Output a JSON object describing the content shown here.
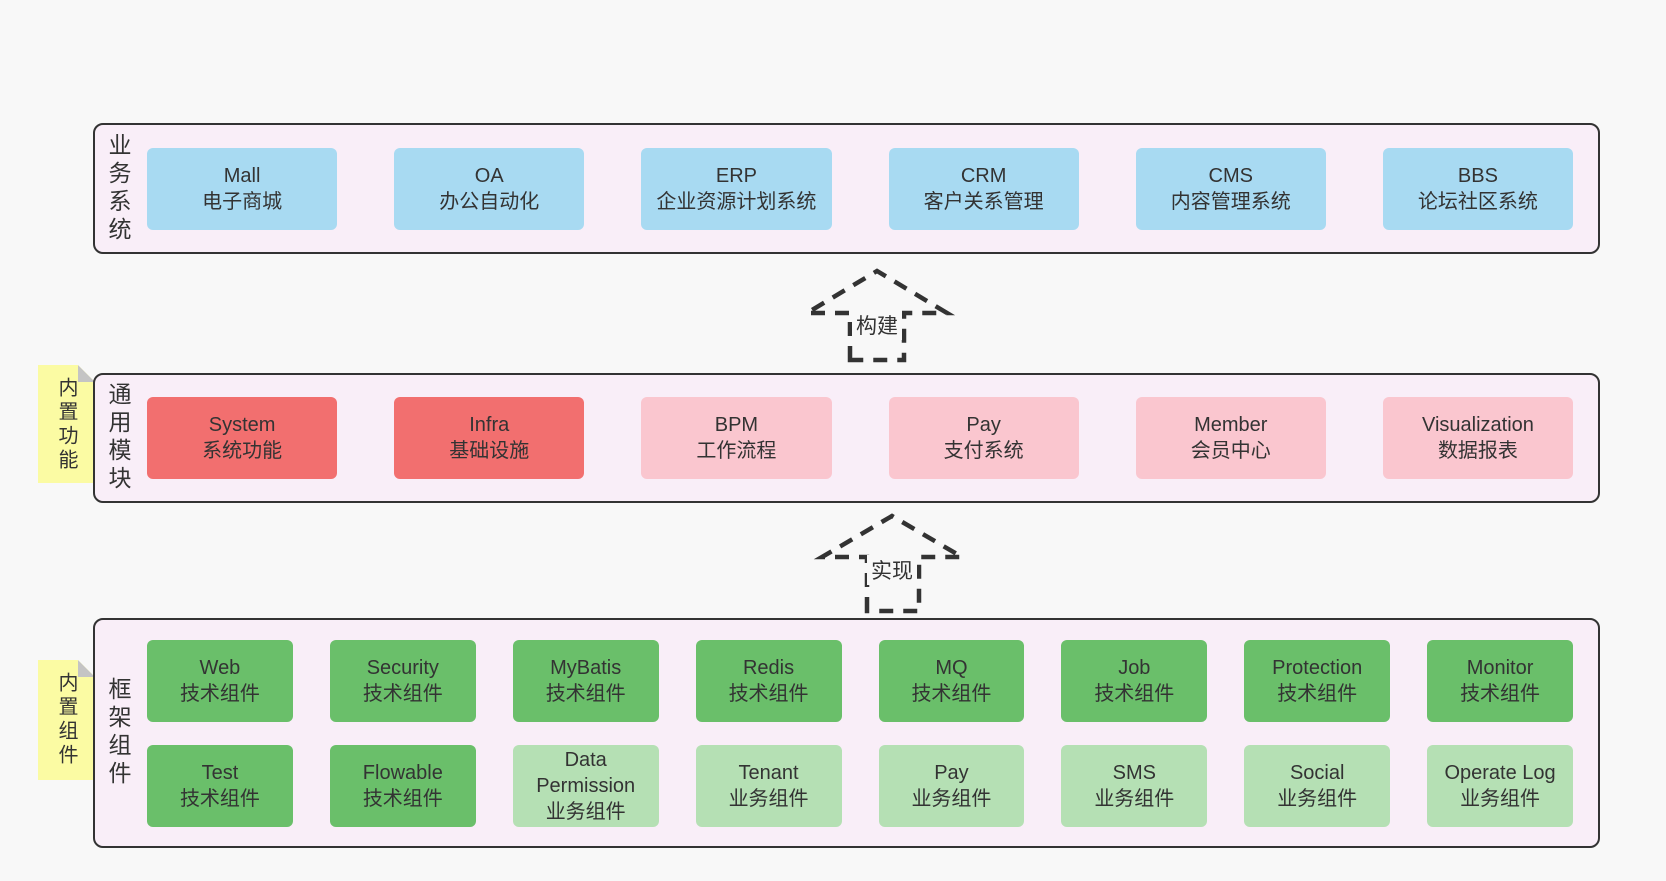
{
  "colors": {
    "page_bg": "#f8f8f8",
    "panel_bg": "#f9eef8",
    "panel_border": "#333333",
    "box_blue": "#a8daf2",
    "box_red": "#f26f6f",
    "box_pink": "#fac6cf",
    "box_green": "#6abf6a",
    "box_green_light": "#b5e0b4",
    "note_yellow": "#fbfba3",
    "note_fold_gray": "#c4c4c4",
    "text": "#333333"
  },
  "arrows": [
    {
      "label": "构建"
    },
    {
      "label": "实现"
    }
  ],
  "sections": [
    {
      "label": "业务系统",
      "note": null,
      "rows": [
        [
          {
            "name": "Mall",
            "desc": "电子商城",
            "variant": "blue"
          },
          {
            "name": "OA",
            "desc": "办公自动化",
            "variant": "blue"
          },
          {
            "name": "ERP",
            "desc": "企业资源计划系统",
            "variant": "blue"
          },
          {
            "name": "CRM",
            "desc": "客户关系管理",
            "variant": "blue"
          },
          {
            "name": "CMS",
            "desc": "内容管理系统",
            "variant": "blue"
          },
          {
            "name": "BBS",
            "desc": "论坛社区系统",
            "variant": "blue"
          }
        ]
      ]
    },
    {
      "label": "通用模块",
      "note": "内置功能",
      "rows": [
        [
          {
            "name": "System",
            "desc": "系统功能",
            "variant": "red"
          },
          {
            "name": "Infra",
            "desc": "基础设施",
            "variant": "red"
          },
          {
            "name": "BPM",
            "desc": "工作流程",
            "variant": "pink"
          },
          {
            "name": "Pay",
            "desc": "支付系统",
            "variant": "pink"
          },
          {
            "name": "Member",
            "desc": "会员中心",
            "variant": "pink"
          },
          {
            "name": "Visualization",
            "desc": "数据报表",
            "variant": "pink"
          }
        ]
      ]
    },
    {
      "label": "框架组件",
      "note": "内置组件",
      "rows": [
        [
          {
            "name": "Web",
            "desc": "技术组件",
            "variant": "green"
          },
          {
            "name": "Security",
            "desc": "技术组件",
            "variant": "green"
          },
          {
            "name": "MyBatis",
            "desc": "技术组件",
            "variant": "green"
          },
          {
            "name": "Redis",
            "desc": "技术组件",
            "variant": "green"
          },
          {
            "name": "MQ",
            "desc": "技术组件",
            "variant": "green"
          },
          {
            "name": "Job",
            "desc": "技术组件",
            "variant": "green"
          },
          {
            "name": "Protection",
            "desc": "技术组件",
            "variant": "green"
          },
          {
            "name": "Monitor",
            "desc": "技术组件",
            "variant": "green"
          }
        ],
        [
          {
            "name": "Test",
            "desc": "技术组件",
            "variant": "green"
          },
          {
            "name": "Flowable",
            "desc": "技术组件",
            "variant": "green"
          },
          {
            "name": "Data Permission",
            "desc": "业务组件",
            "variant": "green-light"
          },
          {
            "name": "Tenant",
            "desc": "业务组件",
            "variant": "green-light"
          },
          {
            "name": "Pay",
            "desc": "业务组件",
            "variant": "green-light"
          },
          {
            "name": "SMS",
            "desc": "业务组件",
            "variant": "green-light"
          },
          {
            "name": "Social",
            "desc": "业务组件",
            "variant": "green-light"
          },
          {
            "name": "Operate Log",
            "desc": "业务组件",
            "variant": "green-light"
          }
        ]
      ]
    }
  ]
}
